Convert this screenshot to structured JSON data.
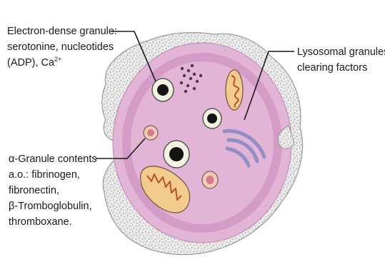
{
  "labels": {
    "dense_granule": {
      "lines": [
        "Electron-dense granule:",
        "serotonine, nucleotides",
        "(ADP), Ca"
      ],
      "superscript": "2+"
    },
    "lysosomal": {
      "lines": [
        "Lysosomal granules:",
        "clearing factors"
      ]
    },
    "alpha_granule": {
      "lines": [
        "α-Granule contents",
        "a.o.: fibrinogen,",
        "fibronectin,",
        "β-Tromboglobulin,",
        "thromboxane."
      ]
    }
  },
  "colors": {
    "outer_membrane": "#e8e8e8",
    "speckle": "#8a8a8a",
    "cytoplasm": "#e2b4d6",
    "inner_ring": "#d49bc6",
    "mitochondrion_outer": "#f2cc8c",
    "mitochondrion_line": "#b5532a",
    "dense_granule_ring": "#f3f3e1",
    "dense_granule_core": "#151515",
    "alpha_granule_outer": "#f3ccb4",
    "alpha_granule_core": "#d87a8f",
    "lysosome": "#8f8fc6",
    "leader_line": "#1a1a1a"
  }
}
